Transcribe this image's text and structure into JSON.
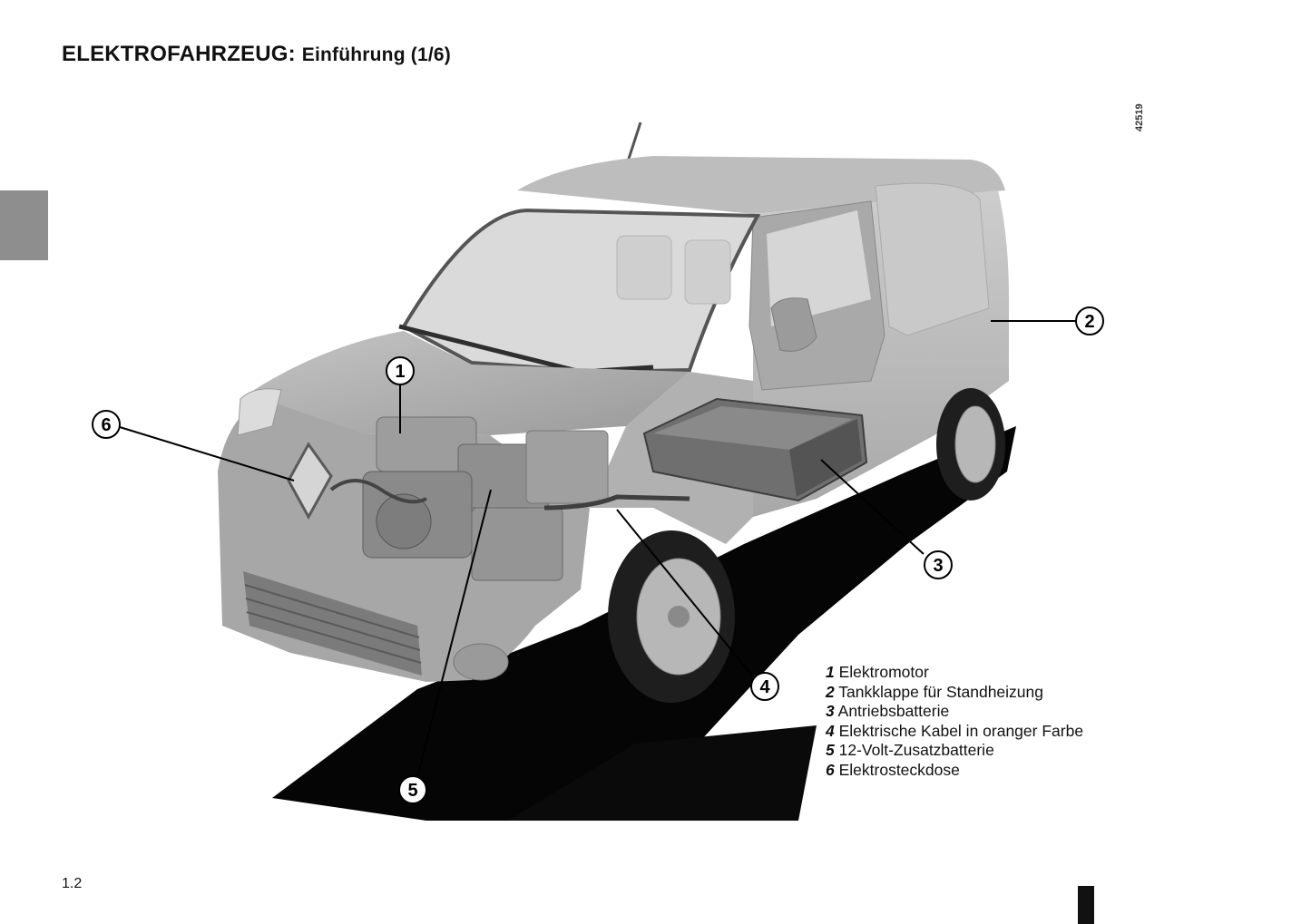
{
  "header": {
    "title_main": "ELEKTROFAHRZEUG:",
    "title_sub": "Einführung (1/6)"
  },
  "image_reference": "42519",
  "figure": {
    "subject": "electric-van-cutaway",
    "callouts": [
      "1",
      "2",
      "3",
      "4",
      "5",
      "6"
    ]
  },
  "legend": [
    {
      "number": "1",
      "label": "Elektromotor"
    },
    {
      "number": "2",
      "label": "Tankklappe für Standheizung"
    },
    {
      "number": "3",
      "label": "Antriebsbatterie"
    },
    {
      "number": "4",
      "label": "Elektrische Kabel in oranger Farbe"
    },
    {
      "number": "5",
      "label": "12-Volt-Zusatzbatterie"
    },
    {
      "number": "6",
      "label": "Elektrosteckdose"
    }
  ],
  "footer": {
    "page_number": "1.2"
  },
  "colors": {
    "side_tab": "#8e8e8e",
    "van_body": "#b3b3b3",
    "shadow": "#000000"
  }
}
